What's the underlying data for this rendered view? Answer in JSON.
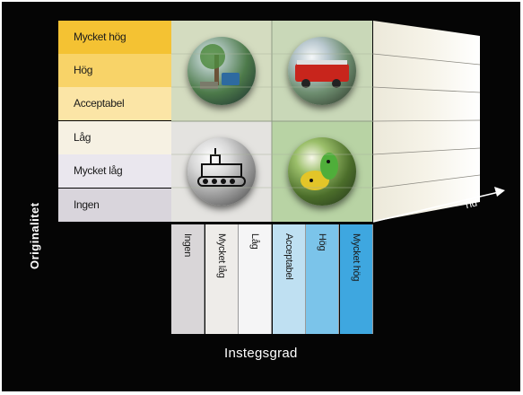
{
  "diagram": {
    "y_axis_label": "Originalitet",
    "x_axis_label": "Instegsgrad",
    "depth_axis_label": "Tid",
    "row_labels": [
      "Mycket hög",
      "Hög",
      "Acceptabel",
      "Låg",
      "Mycket låg",
      "Ingen"
    ],
    "column_labels": [
      "Ingen",
      "Mycket låg",
      "Låg",
      "Acceptabel",
      "Hög",
      "Mycket hög"
    ],
    "row_colors": [
      "#f4c233",
      "#f8d368",
      "#fbe5a6",
      "#f6f1e3",
      "#eae7ee",
      "#d9d5dc"
    ],
    "column_colors": [
      "#d9d6d8",
      "#eeece9",
      "#f5f5f6",
      "#bfe0f2",
      "#7bc4ea",
      "#3ea7e0"
    ],
    "spheres": [
      {
        "position": "top-left",
        "depicts": "tree-and-machine-photo"
      },
      {
        "position": "top-right",
        "depicts": "red-fire-engine-photo"
      },
      {
        "position": "bottom-left",
        "depicts": "tank-sketch"
      },
      {
        "position": "bottom-right",
        "depicts": "yellow-green-creature"
      }
    ]
  }
}
